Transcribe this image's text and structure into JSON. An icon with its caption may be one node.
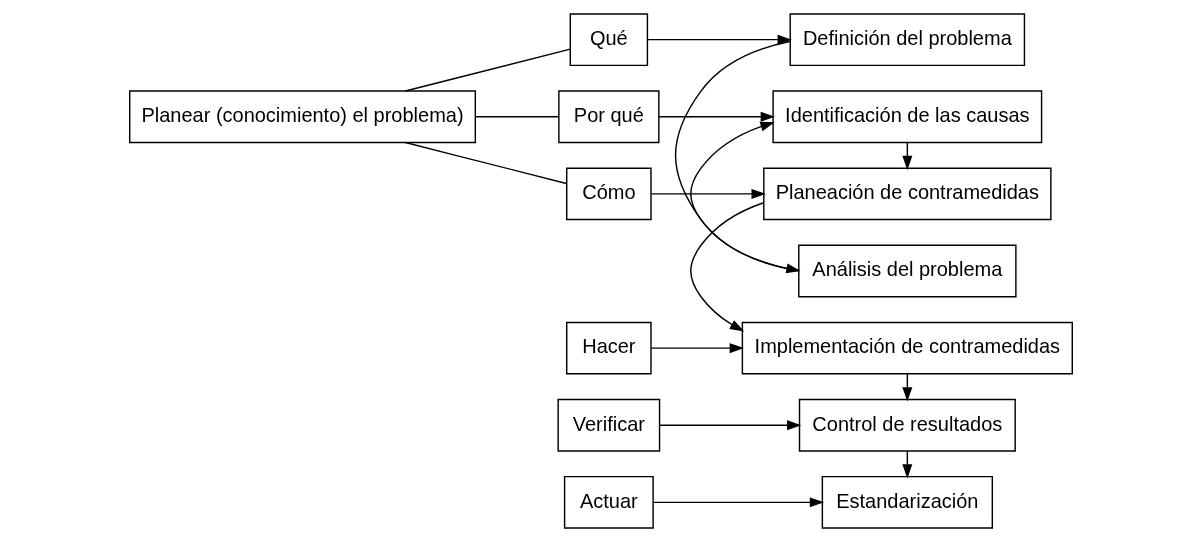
{
  "diagram": {
    "nodes": [
      {
        "text": [
          "Planear (conocimiento) el problema)"
        ]
      },
      {
        "text": [
          "Qué"
        ]
      },
      {
        "text": [
          "Por qué"
        ]
      },
      {
        "text": [
          "Cómo"
        ]
      },
      {
        "text": [
          "Definición del problema"
        ]
      },
      {
        "text": [
          "Análisis del problema"
        ]
      },
      {
        "text": [
          "Identificación de las causas"
        ]
      },
      {
        "text": [
          "Planeación de contramedidas"
        ]
      },
      {
        "text": [
          "Hacer"
        ]
      },
      {
        "text": [
          "Implementación de contramedidas"
        ]
      },
      {
        "text": [
          "Verificar"
        ]
      },
      {
        "text": [
          "Control de resultados"
        ]
      },
      {
        "text": [
          "Actuar"
        ]
      },
      {
        "text": [
          "Estandarización"
        ]
      }
    ],
    "edges": [
      {
        "from": 0,
        "to": 1,
        "arrow": "none"
      },
      {
        "from": 0,
        "to": 2,
        "arrow": "none"
      },
      {
        "from": 0,
        "to": 3,
        "arrow": "none"
      },
      {
        "from": 1,
        "to": 4,
        "arrow": "to"
      },
      {
        "from": 4,
        "to": 5,
        "arrow": "to"
      },
      {
        "from": 2,
        "to": 6,
        "arrow": "to"
      },
      {
        "from": 5,
        "to": 6,
        "arrow": "to"
      },
      {
        "from": 3,
        "to": 7,
        "arrow": "to"
      },
      {
        "from": 6,
        "to": 7,
        "arrow": "to"
      },
      {
        "from": 8,
        "to": 9,
        "arrow": "to"
      },
      {
        "from": 7,
        "to": 9,
        "arrow": "to"
      },
      {
        "from": 10,
        "to": 11,
        "arrow": "to"
      },
      {
        "from": 9,
        "to": 11,
        "arrow": "to"
      },
      {
        "from": 12,
        "to": 13,
        "arrow": "to"
      },
      {
        "from": 11,
        "to": 13,
        "arrow": "to"
      }
    ]
  }
}
